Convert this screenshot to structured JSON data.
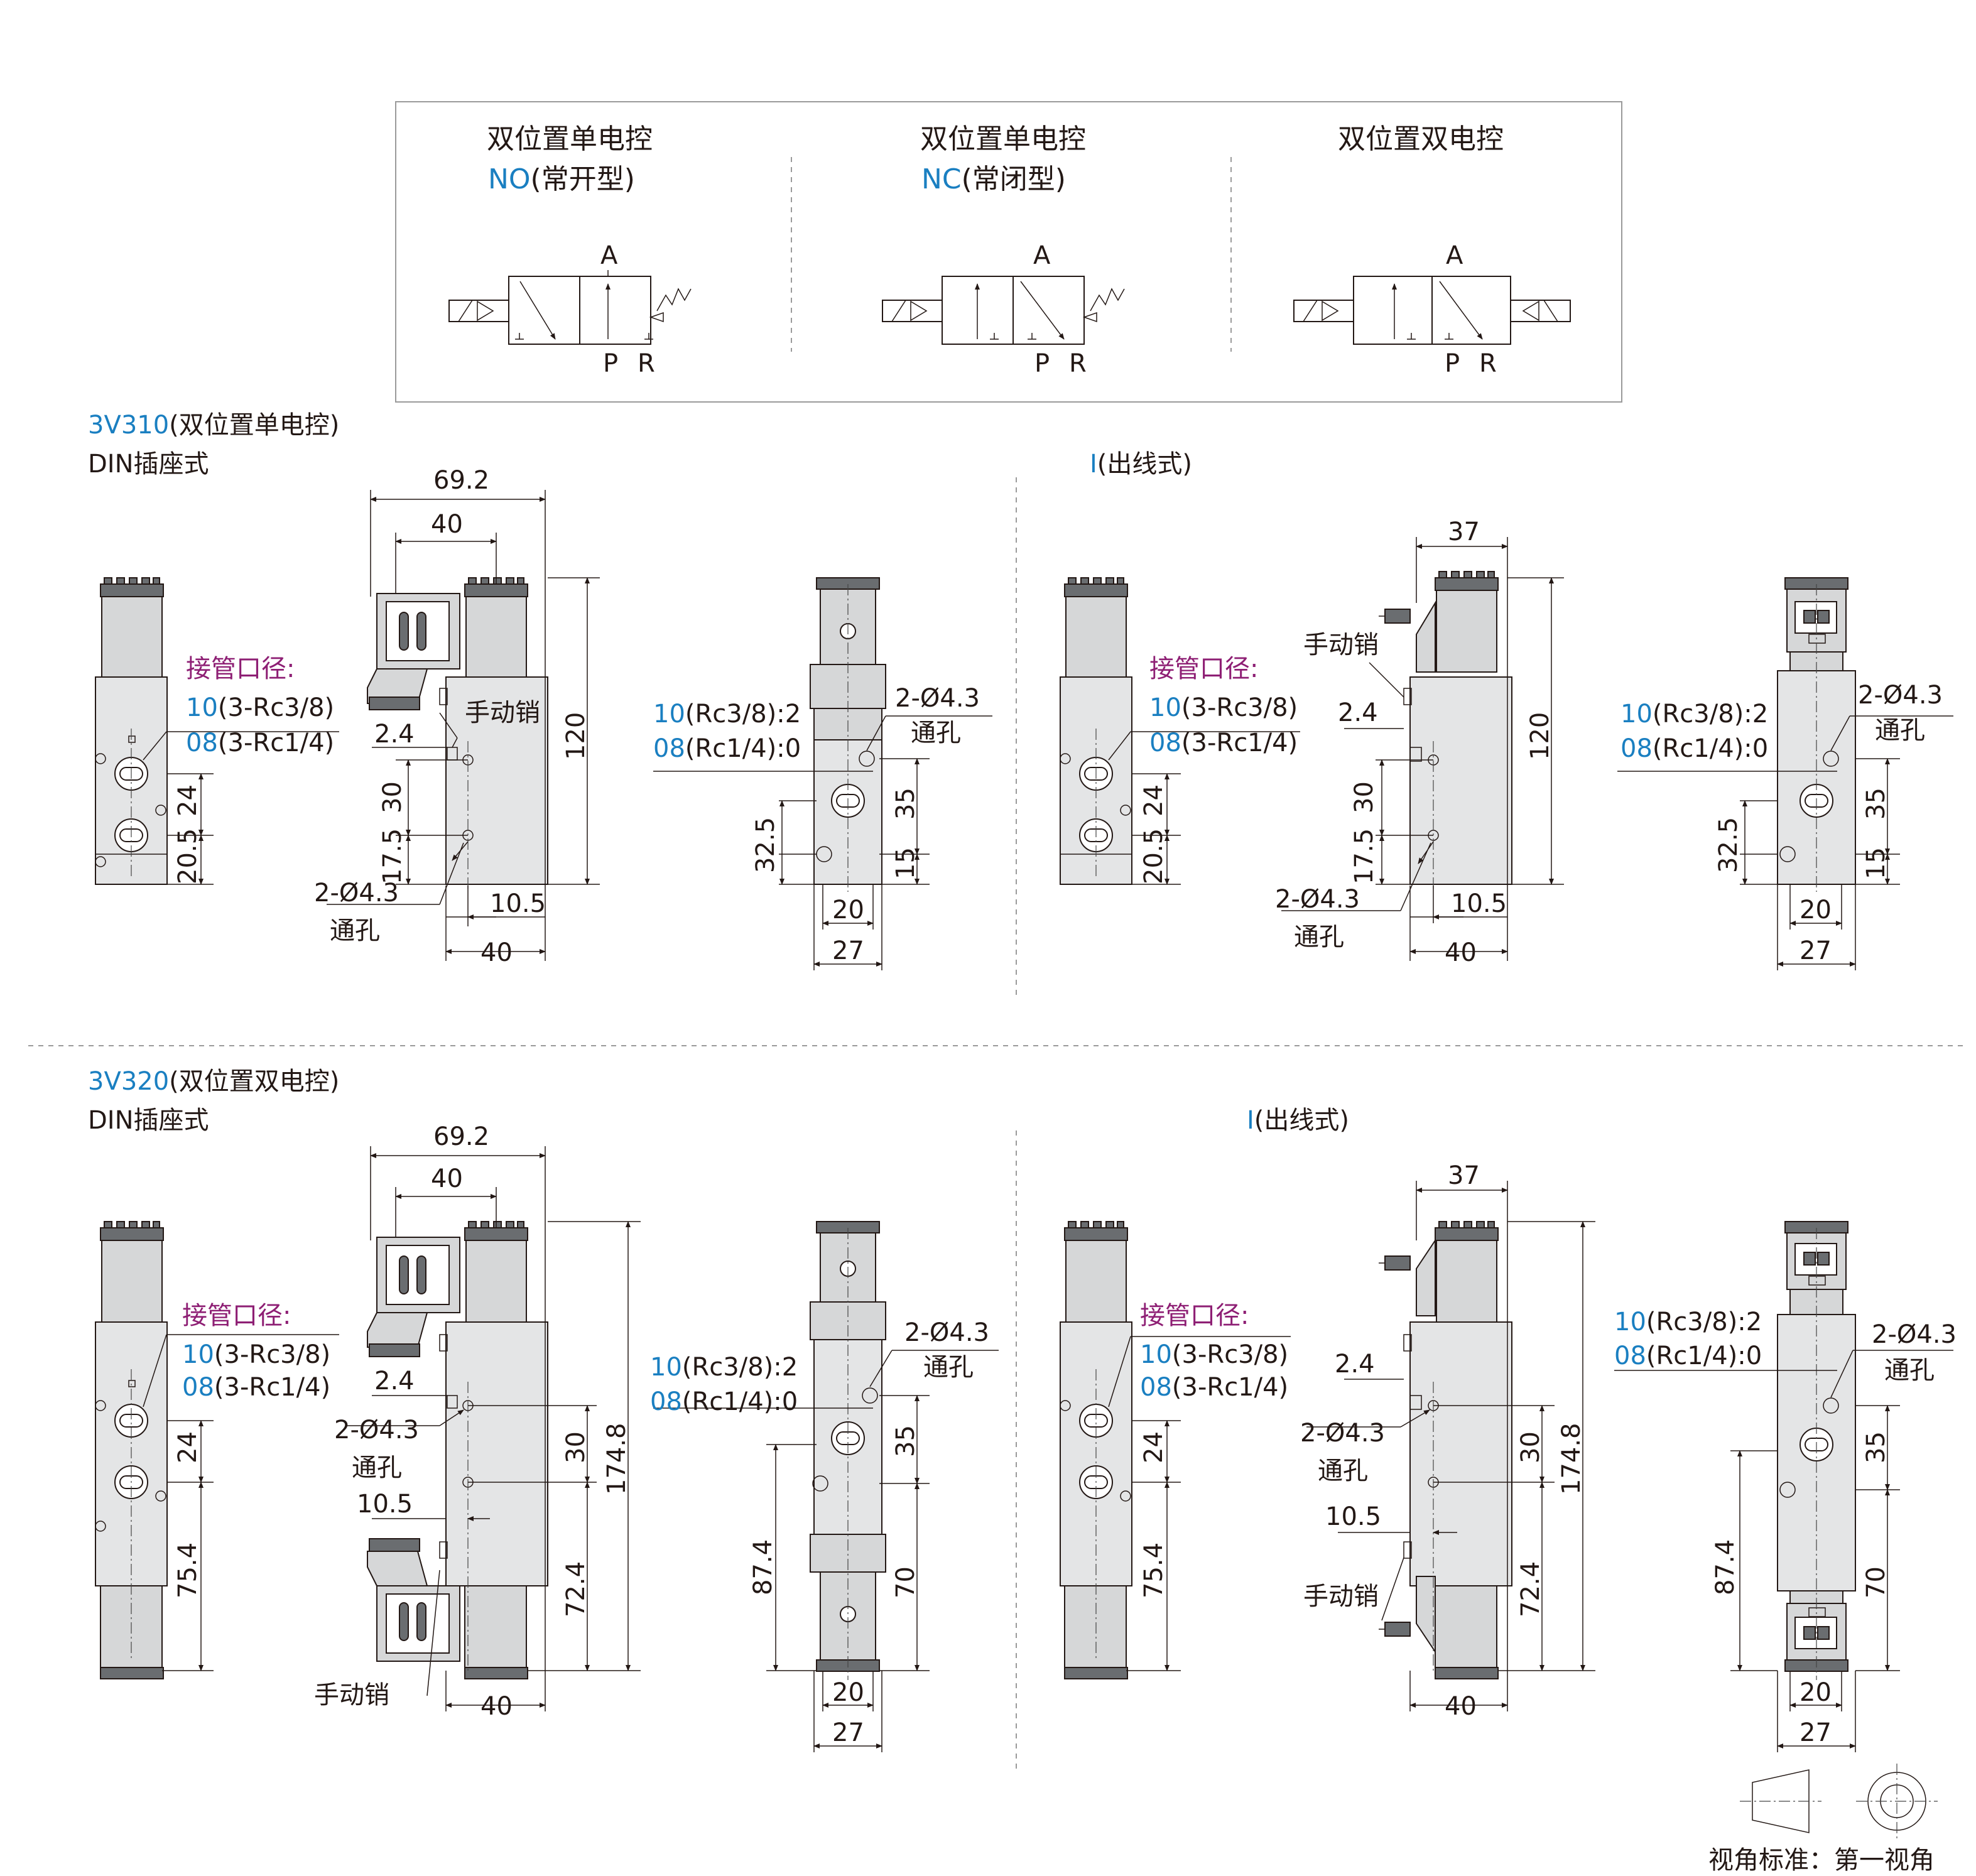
{
  "symbols": [
    {
      "title": "双位置单电控",
      "code": "NO",
      "mode": "(常开型)",
      "port_a": "A",
      "port_p": "P",
      "port_r": "R"
    },
    {
      "title": "双位置单电控",
      "code": "NC",
      "mode": "(常闭型)",
      "port_a": "A",
      "port_p": "P",
      "port_r": "R"
    },
    {
      "title": "双位置双电控",
      "port_a": "A",
      "port_p": "P",
      "port_r": "R"
    }
  ],
  "sections": {
    "top": {
      "model": "3V310",
      "model_desc": "(双位置单电控)",
      "style": "DIN插座式",
      "alt_code": "I",
      "alt_style": "(出线式)"
    },
    "bottom": {
      "model": "3V320",
      "model_desc": "(双位置双电控)",
      "style": "DIN插座式",
      "alt_code": "I",
      "alt_style": "(出线式)"
    }
  },
  "labels": {
    "port_size": "接管口径:",
    "port_10_code": "10",
    "port_10_spec": "(3-Rc3/8)",
    "port_08_code": "08",
    "port_08_spec": "(3-Rc1/4)",
    "out_10_code": "10",
    "out_10_spec": "(Rc3/8):2",
    "out_08_code": "08",
    "out_08_spec": "(Rc1/4):0",
    "manual_pin": "手动销",
    "hole_count": "2-Ø4.3",
    "through_hole": "通孔"
  },
  "dims": {
    "d69_2": "69.2",
    "d40": "40",
    "d37": "37",
    "d120": "120",
    "d174_8": "174.8",
    "d2_4": "2.4",
    "d30": "30",
    "d17_5": "17.5",
    "d10_5": "10.5",
    "d24": "24",
    "d20_5": "20.5",
    "d75_4": "75.4",
    "d32_5": "32.5",
    "d35": "35",
    "d15": "15",
    "d20": "20",
    "d27": "27",
    "d87_4": "87.4",
    "d70": "70",
    "d72_4": "72.4"
  },
  "footer": {
    "view_standard": "视角标准：第一视角"
  },
  "colors": {
    "accent_blue": "#1a7fc1",
    "accent_magenta": "#8e1f74",
    "ink": "#231815",
    "body_gray": "#e4e5e6"
  }
}
